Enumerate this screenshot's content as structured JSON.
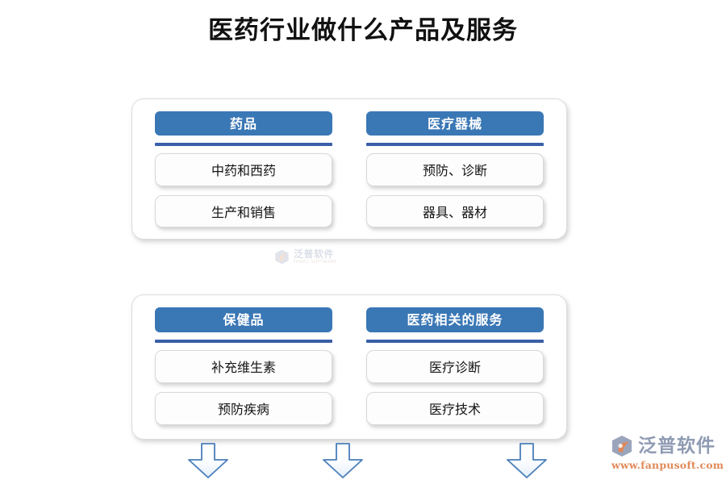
{
  "page": {
    "title": "医药行业做什么产品及服务",
    "background": "#ffffff",
    "accent_blue": "#3a77b5",
    "divider_blue": "#3a5fa8",
    "arrow_outline": "#4a7ebb"
  },
  "groups": [
    {
      "name": "group-products",
      "columns": [
        {
          "header": "药品",
          "items": [
            "中药和西药",
            "生产和销售"
          ]
        },
        {
          "header": "医疗器械",
          "items": [
            "预防、诊断",
            "器具、器材"
          ]
        }
      ]
    },
    {
      "name": "group-services",
      "columns": [
        {
          "header": "保健品",
          "items": [
            "补充维生素",
            "预防疾病"
          ]
        },
        {
          "header": "医药相关的服务",
          "items": [
            "医疗诊断",
            "医疗技术"
          ]
        }
      ]
    }
  ],
  "arrows": [
    {
      "name": "down-arrow-1",
      "icon": "arrow-down-icon"
    },
    {
      "name": "down-arrow-2",
      "icon": "arrow-down-icon"
    },
    {
      "name": "down-arrow-3",
      "icon": "arrow-down-icon"
    }
  ],
  "watermark": {
    "name": "泛普软件",
    "subtitle": "FANPU SOFTWARE"
  },
  "logo": {
    "name": "泛普软件",
    "url": "www.fanpusoft.com"
  }
}
